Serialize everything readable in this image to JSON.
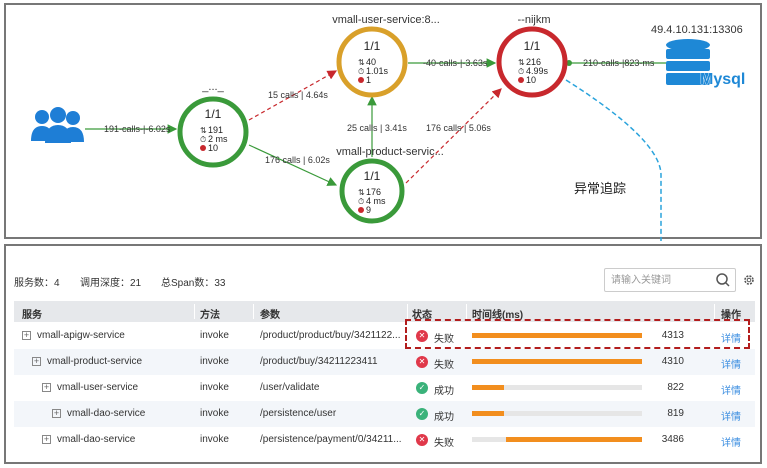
{
  "topology": {
    "nodes": {
      "apigw": {
        "title": "_..._",
        "ratio": "1/1",
        "calls": "191",
        "time": "2 ms",
        "errors": "10",
        "color": "#3a9a3a"
      },
      "user_service": {
        "title": "vmall-user-service:8...",
        "ratio": "1/1",
        "calls": "40",
        "time": "1.01s",
        "errors": "1",
        "color": "#d9a02a"
      },
      "product_service": {
        "title": "vmall-product-servic...",
        "ratio": "1/1",
        "calls": "176",
        "time": "4 ms",
        "errors": "9",
        "color": "#3a9a3a"
      },
      "nijkm": {
        "title": "--nijkm",
        "ratio": "1/1",
        "calls": "216",
        "time": "4.99s",
        "errors": "10",
        "color": "#c8282d"
      }
    },
    "edges": {
      "users_to_apigw": "191-calls-|-6.02s",
      "apigw_to_user": "15 calls | 4.64s",
      "apigw_to_product": "176 calls | 6.02s",
      "product_to_user": "25 calls | 3.41s",
      "product_to_nijkm": "176 calls | 5.06s",
      "user_to_nijkm": "-40-calls-|-3.63s",
      "nijkm_to_mysql": "210-calls-|823-ms"
    },
    "mysql": {
      "label": "Mysql",
      "address": "49.4.10.131:13306"
    },
    "annotation": "异常追踪",
    "colors": {
      "ok": "#3a9a3a",
      "warn": "#d9a02a",
      "error": "#c8282d",
      "trace": "#2aa3dc",
      "db": "#1e88d6"
    }
  },
  "trace": {
    "stats": {
      "services": "服务数：4",
      "depth": "调用深度：21",
      "spans": "总Span数：33"
    },
    "search_placeholder": "请输入关键词",
    "headers": {
      "service": "服务",
      "method": "方法",
      "params": "参数",
      "status": "状态",
      "timeline": "时间线(ms)",
      "action": "操作"
    },
    "rows": [
      {
        "service": "vmall-apigw-service",
        "method": "invoke",
        "params": "/product/product/buy/3421122...",
        "status": "失败",
        "ok": false,
        "duration": "4313",
        "bar_start": 0,
        "bar_fill": 1.0,
        "action": "详情",
        "indent": 0
      },
      {
        "service": "vmall-product-service",
        "method": "invoke",
        "params": "/product/buy/34211223411",
        "status": "失败",
        "ok": false,
        "duration": "4310",
        "bar_start": 0,
        "bar_fill": 0.999,
        "action": "详情",
        "indent": 1
      },
      {
        "service": "vmall-user-service",
        "method": "invoke",
        "params": "/user/validate",
        "status": "成功",
        "ok": true,
        "duration": "822",
        "bar_start": 0,
        "bar_fill": 0.19,
        "action": "详情",
        "indent": 2
      },
      {
        "service": "vmall-dao-service",
        "method": "invoke",
        "params": "/persistence/user",
        "status": "成功",
        "ok": true,
        "duration": "819",
        "bar_start": 0,
        "bar_fill": 0.19,
        "action": "详情",
        "indent": 3
      },
      {
        "service": "vmall-dao-service",
        "method": "invoke",
        "params": "/persistence/payment/0/34211...",
        "status": "失败",
        "ok": false,
        "duration": "3486",
        "bar_start": 0.2,
        "bar_fill": 0.8,
        "action": "详情",
        "indent": 2
      }
    ]
  }
}
